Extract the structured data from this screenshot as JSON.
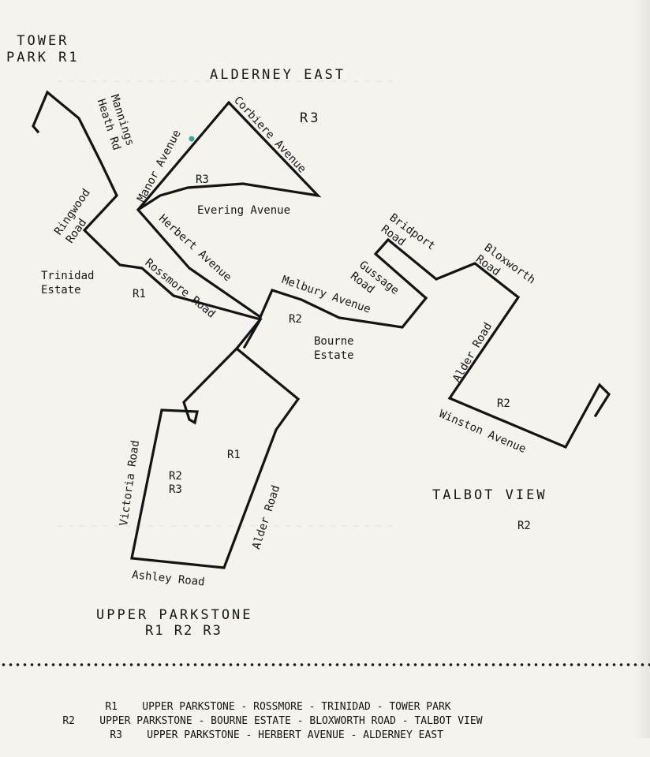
{
  "areas": {
    "tower_park": "TOWER\nPARK R1",
    "alderney_east": "ALDERNEY EAST",
    "talbot_view": "TALBOT  VIEW",
    "upper_parkstone": "UPPER  PARKSTONE",
    "trinidad_estate": "Trinidad\nEstate",
    "bourne_estate": "Bourne\nEstate"
  },
  "roads": {
    "mannings_heath": "Mannings\nHeath Rd",
    "corbiere": "Corbiere Avenue",
    "manor": "Manor Avenue",
    "ringwood": "Ringwood\nRoad",
    "evering": "Evering Avenue",
    "herbert": "Herbert Avenue",
    "rossmore": "Rossmore Road",
    "melbury": "Melbury Avenue",
    "gussage": "Gussage\nRoad",
    "bridport": "Bridport\nRoad",
    "bloxworth": "Bloxworth\nRoad",
    "alder_east": "Alder Road",
    "winston": "Winston Avenue",
    "victoria": "Victoria Road",
    "alder_south": "Alder Road",
    "ashley": "Ashley Road"
  },
  "route_tags": {
    "r3_top": "R3",
    "r3_manor": "R3",
    "r1_trinidad": "R1",
    "r2_melbury": "R2",
    "r2_winston": "R2",
    "r1_south": "R1",
    "r2_victoria": "R2",
    "r3_victoria": "R3",
    "r2_talbot": "R2",
    "upper_routes": "R1    R2    R3"
  },
  "legend": [
    {
      "route": "R1",
      "text": "UPPER PARKSTONE - ROSSMORE - TRINIDAD - TOWER PARK"
    },
    {
      "route": "R2",
      "text": "UPPER PARKSTONE - BOURNE ESTATE - BLOXWORTH ROAD - TALBOT VIEW"
    },
    {
      "route": "R3",
      "text": "UPPER PARKSTONE - HERBERT AVENUE - ALDERNEY EAST"
    }
  ],
  "colors": {
    "paper": "#f4f3ee",
    "ink": "#141414",
    "marker": "#3aa893"
  }
}
